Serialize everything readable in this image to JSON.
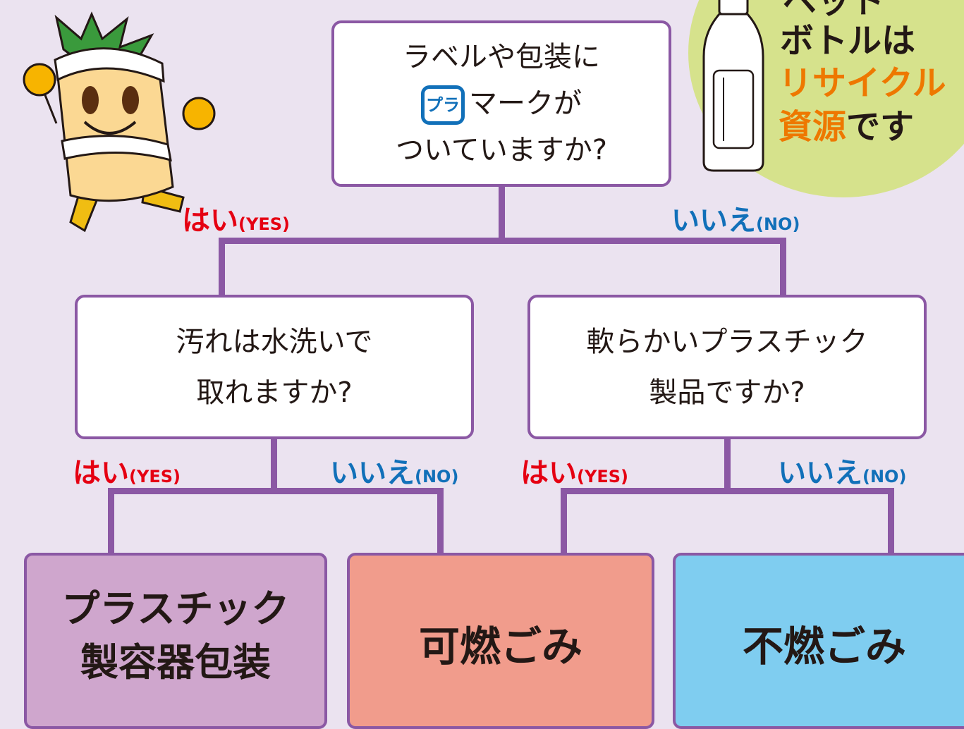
{
  "question1": {
    "line1": "ラベルや包装に",
    "mark_text": "プラ",
    "line2_suffix": "マークが",
    "line3": "ついていますか?"
  },
  "branch_top": {
    "yes_jp": "はい",
    "yes_en": "(YES)",
    "no_jp": "いいえ",
    "no_en": "(NO)"
  },
  "question2": {
    "line1": "汚れは水洗いで",
    "line2": "取れますか?"
  },
  "question3": {
    "line1": "軟らかいプラスチック",
    "line2": "製品ですか?"
  },
  "branch_left": {
    "yes_jp": "はい",
    "yes_en": "(YES)",
    "no_jp": "いいえ",
    "no_en": "(NO)"
  },
  "branch_right": {
    "yes_jp": "はい",
    "yes_en": "(YES)",
    "no_jp": "いいえ",
    "no_en": "(NO)"
  },
  "results": {
    "plastic_line1": "プラスチック",
    "plastic_line2": "製容器包装",
    "burnable": "可燃ごみ",
    "nonburnable": "不燃ごみ"
  },
  "pet_note": {
    "line0": "ペット",
    "line1": "ボトルは",
    "line2": "リサイクル",
    "line3_orange": "資源",
    "line3_black": "です"
  },
  "colors": {
    "background": "#ebe3f0",
    "connector": "#8b58a4",
    "yes": "#e50012",
    "no": "#1170b9",
    "plastic_box": "#cfa6cd",
    "burnable_box": "#f19c8c",
    "nonburnable_box": "#7fcdf0",
    "pet_circle": "#d6e28c",
    "highlight_orange": "#ee7800"
  },
  "icons": [
    "mascot-character",
    "pla-recycle-mark-icon",
    "pet-bottle-icon"
  ]
}
